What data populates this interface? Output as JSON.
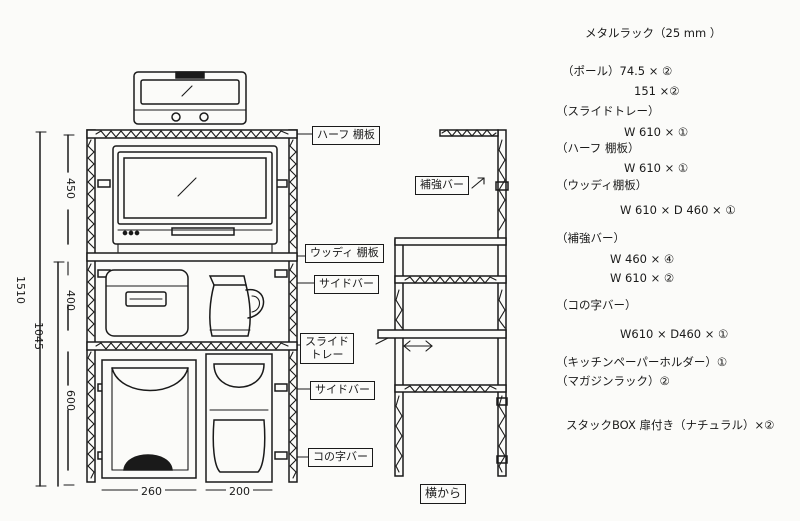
{
  "dimensions": {
    "total_height": "1510",
    "lower_height": "1045",
    "top_section": "450",
    "middle_section": "400",
    "bottom_section": "600",
    "width_left": "260",
    "width_right": "200"
  },
  "callouts": {
    "half_shelf": "ハーフ 棚板",
    "woody_shelf": "ウッディ 棚板",
    "side_bar_1": "サイドバー",
    "slide_tray_line1": "スライド",
    "slide_tray_line2": "トレー",
    "side_bar_2": "サイドバー",
    "u_bar": "コの字バー",
    "reinforce_bar": "補強バー",
    "side_view": "横から"
  },
  "parts_list": {
    "title": "メタルラック（25 mm ）",
    "items": [
      "（ポール）74.5 × ②",
      "151 ×②",
      "（スライドトレー）",
      "W 610 × ①",
      "（ハーフ 棚板）",
      "W 610 × ①",
      "（ウッディ棚板）",
      "W 610 × D 460 × ①",
      "（補強バー）",
      "W 460 × ④",
      "W 610 × ②",
      "（コの字バー）",
      "W610 × D460 × ①",
      "（キッチンペーパーホルダー）①",
      "（マガジンラック）②",
      "スタックBOX 扉付き（ナチュラル）×②"
    ]
  }
}
